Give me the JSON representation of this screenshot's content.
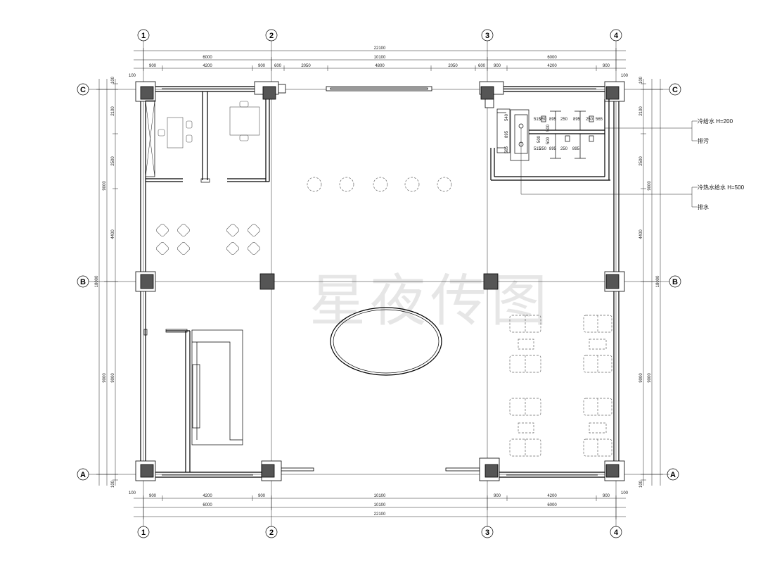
{
  "axes": {
    "columns": [
      "1",
      "2",
      "3",
      "4"
    ],
    "rows": [
      "C",
      "B",
      "A"
    ]
  },
  "dims": {
    "top_total": "22100",
    "top_bays": [
      "6000",
      "10100",
      "6000"
    ],
    "top_detail": [
      "900",
      "4200",
      "900",
      "600",
      "2050",
      "4800",
      "2050",
      "600",
      "900",
      "4200",
      "900"
    ],
    "bottom_detail": [
      "900",
      "4200",
      "900",
      "10100",
      "900",
      "4200",
      "900"
    ],
    "bottom_bays": [
      "6000",
      "10100",
      "6000"
    ],
    "bottom_total": "22100",
    "left_total": "18000",
    "left_bays": [
      "9000",
      "9000"
    ],
    "left_detail": [
      "100",
      "2100",
      "2500",
      "4400",
      "9000",
      "100"
    ],
    "right_total": "18000",
    "right_bays": [
      "9000",
      "9000"
    ],
    "right_detail": [
      "100",
      "2100",
      "2500",
      "4400",
      "9000",
      "100"
    ],
    "corner_offsets": [
      "100",
      "100",
      "100",
      "100"
    ],
    "wc_small": [
      "515",
      "250",
      "895",
      "250",
      "895",
      "250",
      "565",
      "540",
      "895",
      "565",
      "515",
      "250",
      "895",
      "895",
      "250",
      "500",
      "500",
      "500"
    ]
  },
  "notes": {
    "cold_water": "冷给水 H=200",
    "sewage": "排污",
    "hot_cold_water": "冷热水给水 H=500",
    "drainage": "排水"
  },
  "watermark": "星夜传图"
}
